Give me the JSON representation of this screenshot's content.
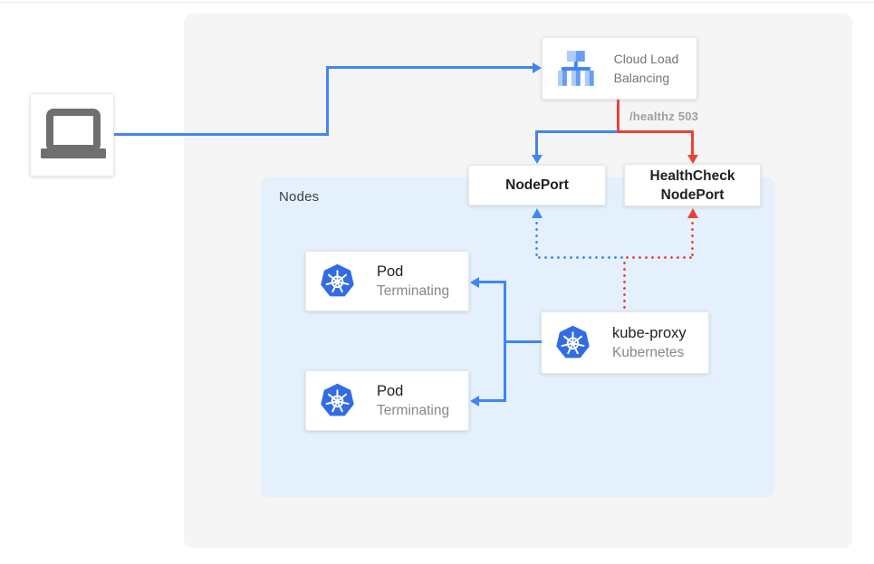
{
  "colors": {
    "blue": "#4285F4",
    "red": "#EA4335",
    "panel_bg": "#F5F5F5",
    "nodes_bg": "#E4F1FC",
    "k8s_blue": "#326CE5",
    "laptop_gray": "#6f6f6f",
    "text_dark": "#202124",
    "text_gray": "#84888d",
    "edge_label_gray": "#9aa0a6"
  },
  "client": {
    "icon": "laptop"
  },
  "cloud_lb": {
    "label": "Cloud Load Balancing",
    "icon": "load-balancer"
  },
  "health_edge": {
    "label": "/healthz 503"
  },
  "nodeport": {
    "label": "NodePort"
  },
  "healthcheck_nodeport": {
    "label": "HealthCheck NodePort"
  },
  "nodes_group": {
    "label": "Nodes"
  },
  "pods": [
    {
      "title": "Pod",
      "status": "Terminating"
    },
    {
      "title": "Pod",
      "status": "Terminating"
    }
  ],
  "kube_proxy": {
    "title": "kube-proxy",
    "subtitle": "Kubernetes"
  }
}
